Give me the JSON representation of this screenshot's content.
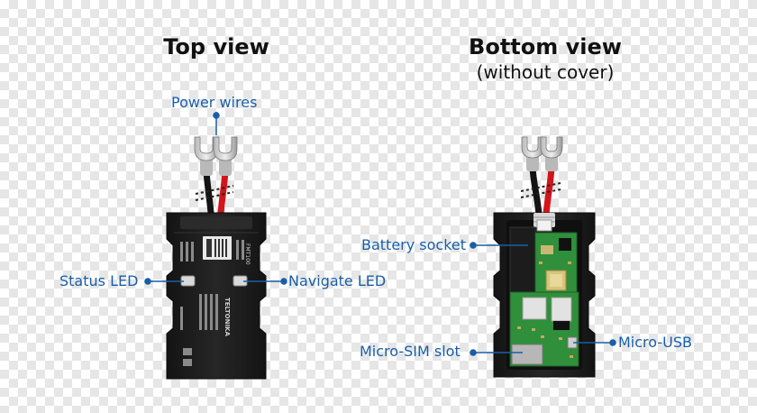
{
  "titles": {
    "top_view": "Top view",
    "bottom_view": "Bottom view",
    "bottom_view_sub": "(without cover)"
  },
  "callouts": {
    "power_wires": "Power wires",
    "status_led": "Status LED",
    "navigate_led": "Navigate LED",
    "battery_socket": "Battery socket",
    "micro_sim_slot": "Micro-SIM slot",
    "micro_usb": "Micro-USB"
  },
  "device_label": {
    "brand": "TELTONIKA",
    "model": "FMT100"
  },
  "colors": {
    "callout": "#1a5ea8",
    "housing": "#1b1b1b",
    "pcb": "#2f8f3a",
    "wire_red": "#d0161b",
    "wire_black": "#141414"
  }
}
